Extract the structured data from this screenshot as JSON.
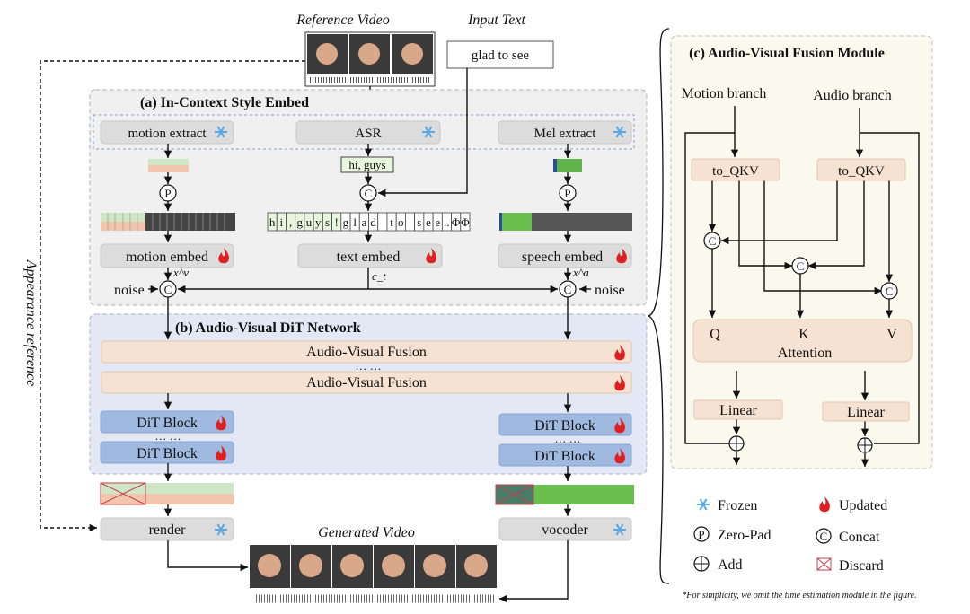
{
  "top": {
    "reference_video": "Reference Video",
    "input_text_label": "Input Text",
    "input_text_value": "glad to see"
  },
  "panel_a": {
    "title": "(a) In-Context Style Embed",
    "motion_extract": "motion extract",
    "asr": "ASR",
    "mel_extract": "Mel extract",
    "asr_output": "hi, guys",
    "text_tokens": [
      "h",
      "i",
      ",",
      "g",
      "u",
      "y",
      "s",
      "!",
      "g",
      "l",
      "a",
      "d",
      " ",
      "t",
      "o",
      " ",
      "s",
      "e",
      "e",
      "..",
      "Φ",
      "Φ"
    ],
    "motion_embed": "motion embed",
    "text_embed": "text embed",
    "speech_embed": "speech embed",
    "xv": "x^v",
    "ct": "c_t",
    "xa": "x^a",
    "noise": "noise",
    "zero_pad": "P",
    "concat": "C"
  },
  "panel_b": {
    "title": "(b) Audio-Visual DiT Network",
    "fusion": "Audio-Visual Fusion",
    "ellipsis": "… …",
    "dit_block": "DiT Block"
  },
  "bottom": {
    "render": "render",
    "vocoder": "vocoder",
    "generated_video": "Generated Video",
    "appearance_reference": "Appearance reference"
  },
  "panel_c": {
    "title": "(c) Audio-Visual Fusion Module",
    "motion_branch": "Motion branch",
    "audio_branch": "Audio branch",
    "to_qkv": "to_QKV",
    "q": "Q",
    "k": "K",
    "v": "V",
    "attention": "Attention",
    "linear": "Linear"
  },
  "legend": [
    {
      "icon": "snowflake-icon",
      "label": "Frozen"
    },
    {
      "icon": "flame-icon",
      "label": "Updated"
    },
    {
      "icon": "zero-pad-icon",
      "label": "Zero-Pad"
    },
    {
      "icon": "concat-icon",
      "label": "Concat"
    },
    {
      "icon": "add-icon",
      "label": "Add"
    },
    {
      "icon": "discard-icon",
      "label": "Discard"
    }
  ],
  "footnote": "*For simplicity, we omit the time estimation module in the figure.",
  "colors": {
    "frozen": "#5aa9e6",
    "updated": "#e02020",
    "panel_a": "#f0f0f0",
    "panel_b": "#e4e8f4",
    "panel_c": "#fbf8ee",
    "dit": "#9fb9e0",
    "fusion": "#f6e2d2",
    "discard": "#c0404a"
  }
}
